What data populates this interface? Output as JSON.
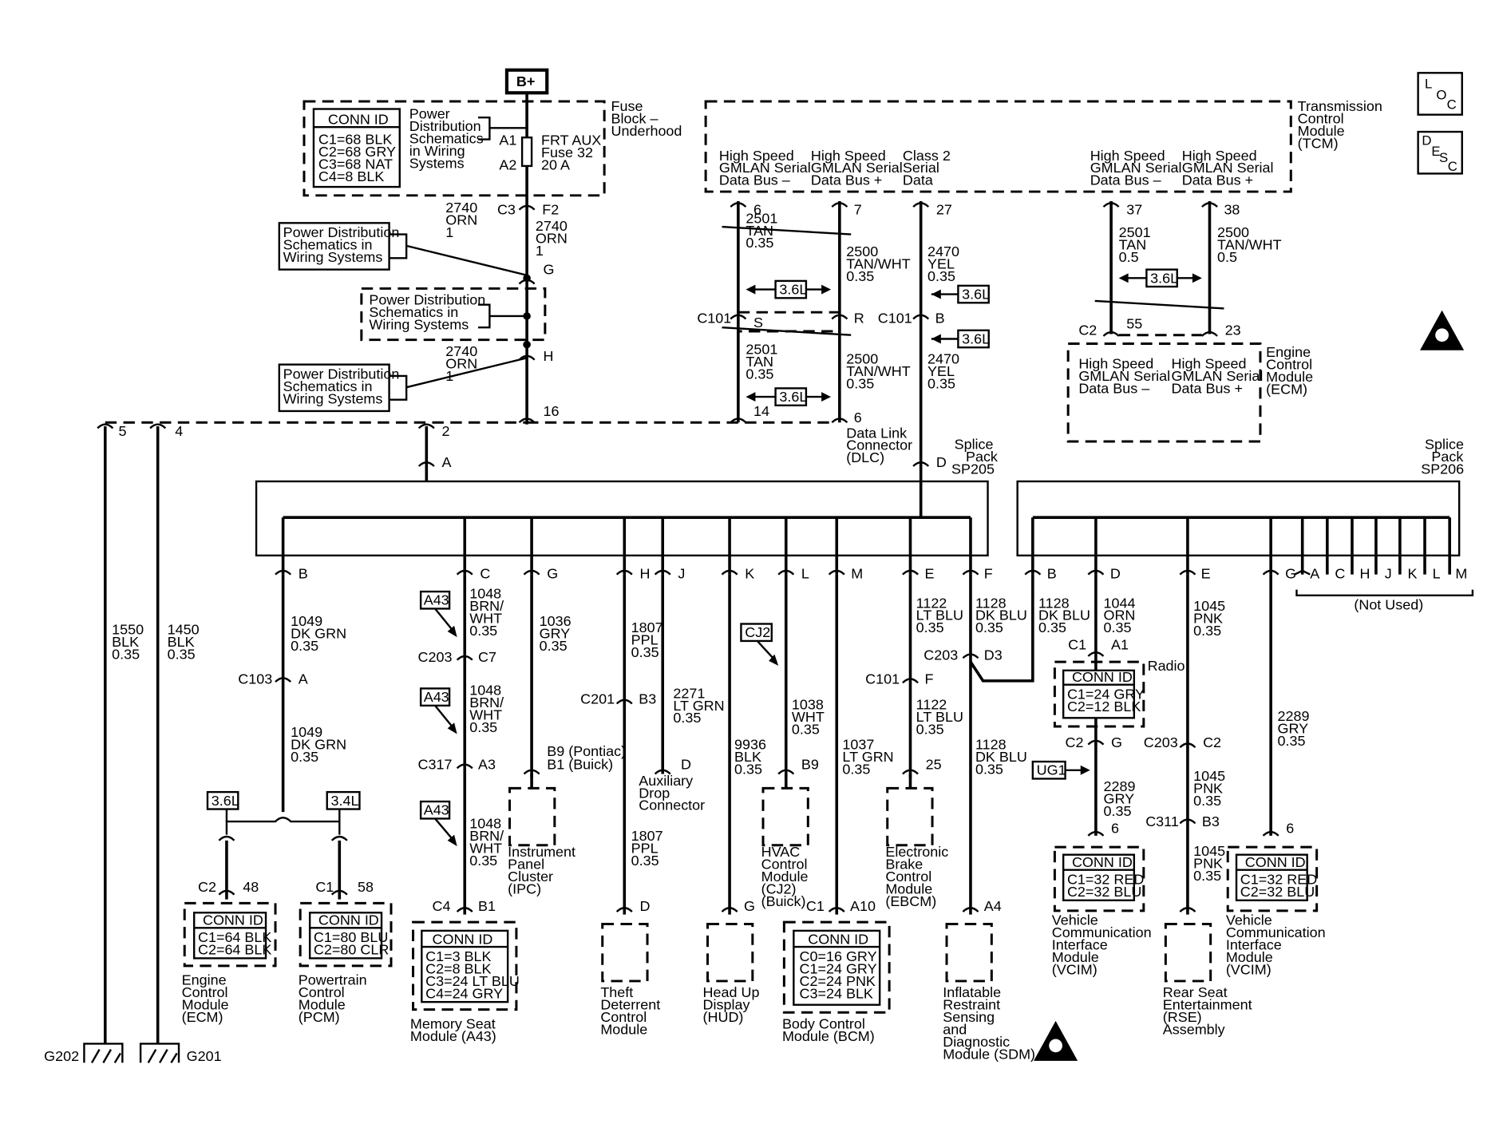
{
  "battery": "B+",
  "loc_icon": [
    "L",
    "O",
    "C"
  ],
  "desc_icon": [
    "D",
    "E",
    "S",
    "C"
  ],
  "fuse_block": {
    "title": [
      "Fuse",
      "Block –",
      "Underhood"
    ],
    "conn_id": "CONN ID",
    "connectors": [
      "C1=68 BLK",
      "C2=68 GRY",
      "C3=68 NAT",
      "C4=8 BLK"
    ],
    "ref": [
      "Power",
      "Distribution",
      "Schematics",
      "in Wiring",
      "Systems"
    ],
    "fuse": [
      "FRT AUX",
      "Fuse 32",
      "20 A"
    ],
    "pins": [
      "A1",
      "A2"
    ]
  },
  "power_refs": [
    [
      "Power Distribution",
      "Schematics in",
      "Wiring Systems"
    ],
    [
      "Power Distribution",
      "Schematics in",
      "Wiring Systems"
    ],
    [
      "Power Distribution",
      "Schematics in",
      "Wiring Systems"
    ]
  ],
  "power_wire": {
    "c3": "C3",
    "f2": "F2",
    "w1": [
      "2740",
      "ORN",
      "1"
    ],
    "w2": [
      "2740",
      "ORN",
      "1"
    ],
    "w3": [
      "2740",
      "ORN",
      "1"
    ],
    "g": "G",
    "h": "H",
    "p16": "16"
  },
  "tcm": {
    "title": [
      "Transmission",
      "Control",
      "Module",
      "(TCM)"
    ],
    "pins": [
      {
        "label": [
          "High Speed",
          "GMLAN Serial",
          "Data Bus –"
        ],
        "pin": "6"
      },
      {
        "label": [
          "High Speed",
          "GMLAN Serial",
          "Data Bus +"
        ],
        "pin": "7"
      },
      {
        "label": [
          "Class 2",
          "Serial",
          "Data"
        ],
        "pin": "27"
      },
      {
        "label": [
          "High Speed",
          "GMLAN Serial",
          "Data Bus –"
        ],
        "pin": "37"
      },
      {
        "label": [
          "High Speed",
          "GMLAN Serial",
          "Data Bus +"
        ],
        "pin": "38"
      }
    ]
  },
  "gmlan_wires": {
    "w1": [
      "2501",
      "TAN",
      "0.35"
    ],
    "w2": [
      "2500",
      "TAN/WHT",
      "0.35"
    ],
    "w3": [
      "2501",
      "TAN",
      "0.35"
    ],
    "w4": [
      "2500",
      "TAN/WHT",
      "0.35"
    ],
    "w5": [
      "2470",
      "YEL",
      "0.35"
    ],
    "w6": [
      "2470",
      "YEL",
      "0.35"
    ],
    "w7": [
      "2501",
      "TAN",
      "0.5"
    ],
    "w8": [
      "2500",
      "TAN/WHT",
      "0.5"
    ],
    "option": "3.6L",
    "c101": "C101",
    "s": "S",
    "r": "R",
    "b": "B",
    "dlc_pins": [
      "14",
      "6"
    ],
    "dlc": [
      "Data Link",
      "Connector",
      "(DLC)"
    ]
  },
  "ecm_top": {
    "c2": "C2",
    "pin55": "55",
    "pin23": "23",
    "labels": [
      [
        "High Speed",
        "GMLAN Serial",
        "Data Bus –"
      ],
      [
        "High Speed",
        "GMLAN Serial",
        "Data Bus +"
      ]
    ],
    "title": [
      "Engine",
      "Control",
      "Module",
      "(ECM)"
    ]
  },
  "sp205": {
    "title": [
      "Splice",
      "Pack",
      "SP205"
    ],
    "top_pins": [
      "A",
      "D"
    ],
    "bottom_pins": [
      "B",
      "C",
      "G",
      "H",
      "J",
      "K",
      "L",
      "M",
      "E",
      "F"
    ],
    "in_pin": "2",
    "d_pin": "D"
  },
  "sp206": {
    "title": [
      "Splice",
      "Pack",
      "SP206"
    ],
    "pins": [
      "B",
      "D",
      "E",
      "G",
      "A",
      "C",
      "H",
      "J",
      "K",
      "L",
      "M"
    ],
    "not_used": "(Not Used)"
  },
  "grounds": {
    "pin5": "5",
    "pin4": "4",
    "w1": [
      "1550",
      "BLK",
      "0.35"
    ],
    "w2": [
      "1450",
      "BLK",
      "0.35"
    ],
    "g202": "G202",
    "g201": "G201"
  },
  "branch_b": {
    "w1": [
      "1049",
      "DK GRN",
      "0.35"
    ],
    "c103": "C103",
    "a": "A",
    "w2": [
      "1049",
      "DK GRN",
      "0.35"
    ],
    "opt1": "3.6L",
    "opt2": "3.4L",
    "ecm": {
      "conn": "C2",
      "pin": "48",
      "conn_id": "CONN ID",
      "list": [
        "C1=64 BLK",
        "C2=64 BLK"
      ],
      "name": [
        "Engine",
        "Control",
        "Module",
        "(ECM)"
      ]
    },
    "pcm": {
      "conn": "C1",
      "pin": "58",
      "conn_id": "CONN ID",
      "list": [
        "C1=80 BLU",
        "C2=80 CLR"
      ],
      "name": [
        "Powertrain",
        "Control",
        "Module",
        "(PCM)"
      ]
    }
  },
  "branch_c": {
    "opt": "A43",
    "w1": [
      "1048",
      "BRN/",
      "WHT",
      "0.35"
    ],
    "c203": "C203",
    "c7": "C7",
    "w2": [
      "1048",
      "BRN/",
      "WHT",
      "0.35"
    ],
    "c317": "C317",
    "a3": "A3",
    "w3": [
      "1048",
      "BRN/",
      "WHT",
      "0.35"
    ],
    "c4": "C4",
    "b1": "B1",
    "conn_id": "CONN ID",
    "list": [
      "C1=3 BLK",
      "C2=8 BLK",
      "C3=24 LT BLU",
      "C4=24 GRY"
    ],
    "name": [
      "Memory Seat",
      "Module (A43)"
    ]
  },
  "branch_g": {
    "w1": [
      "1036",
      "GRY",
      "0.35"
    ],
    "b9": "B9 (Pontiac)",
    "b1": "B1 (Buick)",
    "name": [
      "Instrument",
      "Panel",
      "Cluster",
      "(IPC)"
    ]
  },
  "branch_h": {
    "w1": [
      "1807",
      "PPL",
      "0.35"
    ],
    "c201": "C201",
    "b3": "B3",
    "w2": [
      "1807",
      "PPL",
      "0.35"
    ],
    "d": "D",
    "name": [
      "Theft",
      "Deterrent",
      "Control",
      "Module"
    ]
  },
  "branch_j": {
    "w1": [
      "2271",
      "LT GRN",
      "0.35"
    ],
    "d": "D",
    "name": [
      "Auxiliary",
      "Drop",
      "Connector"
    ]
  },
  "branch_k": {
    "w1": [
      "9936",
      "BLK",
      "0.35"
    ],
    "g": "G",
    "name": [
      "Head Up",
      "Display",
      "(HUD)"
    ]
  },
  "branch_l": {
    "opt": "CJ2",
    "w1": [
      "1038",
      "WHT",
      "0.35"
    ],
    "b9": "B9",
    "name": [
      "HVAC",
      "Control",
      "Module",
      "(CJ2)",
      "(Buick)"
    ]
  },
  "branch_m": {
    "w1": [
      "1037",
      "LT GRN",
      "0.35"
    ],
    "c1": "C1",
    "a10": "A10",
    "conn_id": "CONN ID",
    "list": [
      "C0=16 GRY",
      "C1=24 GRY",
      "C2=24 PNK",
      "C3=24 BLK"
    ],
    "name": [
      "Body Control",
      "Module (BCM)"
    ]
  },
  "branch_e": {
    "w1": [
      "1122",
      "LT BLU",
      "0.35"
    ],
    "c101": "C101",
    "f": "F",
    "w2": [
      "1122",
      "LT BLU",
      "0.35"
    ],
    "p25": "25",
    "name": [
      "Electronic",
      "Brake",
      "Control",
      "Module",
      "(EBCM)"
    ]
  },
  "branch_f": {
    "w1": [
      "1128",
      "DK BLU",
      "0.35"
    ],
    "c203": "C203",
    "d3": "D3",
    "w2": [
      "1128",
      "DK BLU",
      "0.35"
    ],
    "a4": "A4",
    "name": [
      "Inflatable",
      "Restraint",
      "Sensing",
      "and",
      "Diagnostic",
      "Module (SDM)"
    ]
  },
  "sp206_b": {
    "w1": [
      "1128",
      "DK BLU",
      "0.35"
    ]
  },
  "sp206_d": {
    "w1": [
      "1044",
      "ORN",
      "0.35"
    ],
    "c1": "C1",
    "a1": "A1",
    "radio": "Radio",
    "conn_id": "CONN ID",
    "list": [
      "C1=24 GRY",
      "C2=12 BLK"
    ],
    "c2": "C2",
    "g": "G",
    "opt": "UG1",
    "w2": [
      "2289",
      "GRY",
      "0.35"
    ],
    "p6": "6",
    "conn_id2": "CONN ID",
    "list2": [
      "C1=32 RED",
      "C2=32 BLU"
    ],
    "name": [
      "Vehicle",
      "Communication",
      "Interface",
      "Module",
      "(VCIM)"
    ]
  },
  "sp206_e": {
    "w1": [
      "1045",
      "PNK",
      "0.35"
    ],
    "c203": "C203",
    "c2": "C2",
    "w2": [
      "1045",
      "PNK",
      "0.35"
    ],
    "c311": "C311",
    "b3": "B3",
    "w3": [
      "1045",
      "PNK",
      "0.35"
    ],
    "name": [
      "Rear Seat",
      "Entertainment",
      "(RSE)",
      "Assembly"
    ]
  },
  "sp206_g": {
    "w1": [
      "2289",
      "GRY",
      "0.35"
    ],
    "p6": "6",
    "conn_id": "CONN ID",
    "list": [
      "C1=32 RED",
      "C2=32 BLU"
    ],
    "name": [
      "Vehicle",
      "Communication",
      "Interface",
      "Module",
      "(VCIM)"
    ]
  }
}
